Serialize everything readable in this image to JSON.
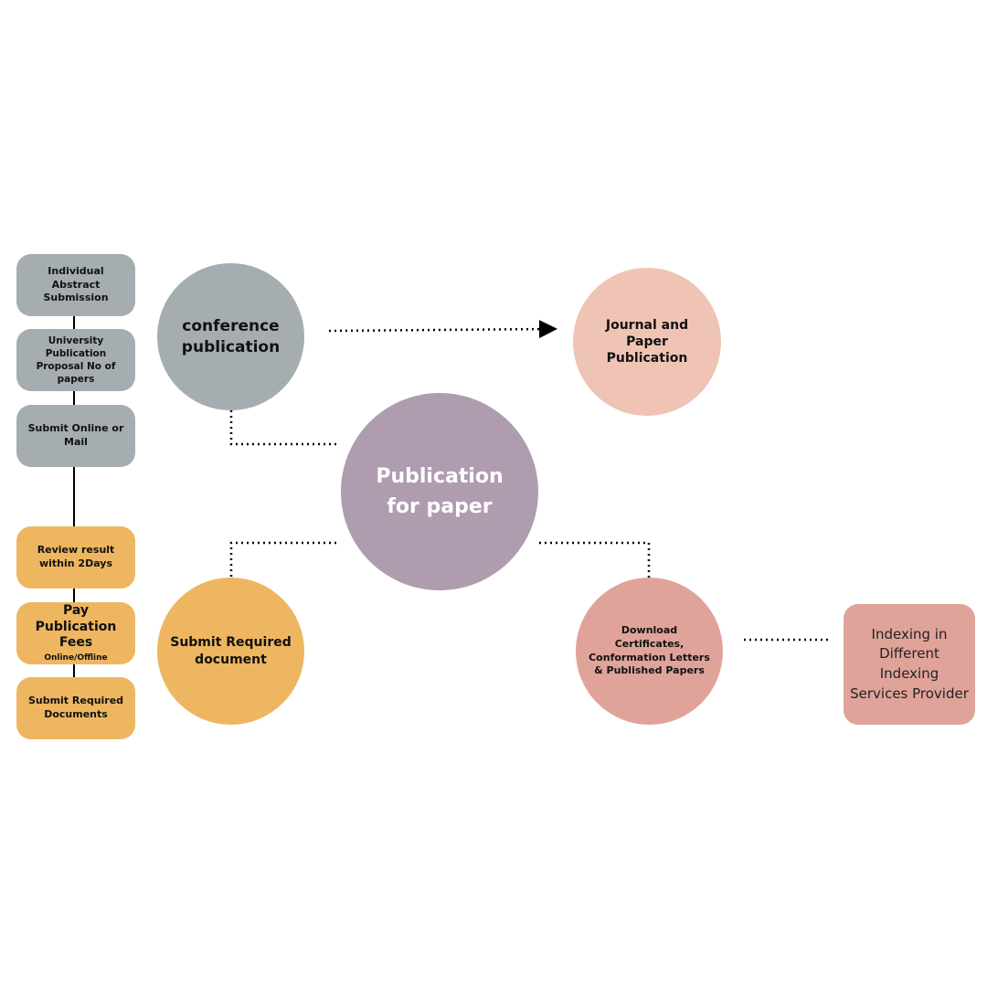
{
  "colors": {
    "gray": "#a5adb1",
    "orange": "#eeb660",
    "peach": "#efc4b4",
    "purple": "#b09caf",
    "salmon": "#e0a39a"
  },
  "left_steps": [
    {
      "label": "Individual Abstract Submission"
    },
    {
      "label": "University Publication Proposal No of papers"
    },
    {
      "label": "Submit Online or Mail"
    },
    {
      "label": "Review result within 2Days"
    },
    {
      "label": "Pay Publication Fees",
      "sublabel": "Online/Offline"
    },
    {
      "label": "Submit Required Documents"
    }
  ],
  "nodes": {
    "conference": "conference publication",
    "journal": "Journal and Paper Publication",
    "center": "Publication for paper",
    "submit_doc": "Submit Required document",
    "download": "Download Certificates, Conformation Letters & Published Papers",
    "indexing": "Indexing in Different Indexing Services Provider"
  }
}
